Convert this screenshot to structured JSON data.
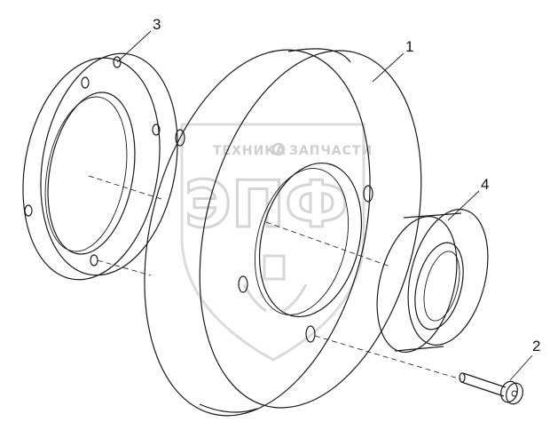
{
  "diagram": {
    "callouts": [
      {
        "id": "1",
        "label": "1"
      },
      {
        "id": "2",
        "label": "2"
      },
      {
        "id": "3",
        "label": "3"
      },
      {
        "id": "4",
        "label": "4"
      }
    ]
  },
  "watermark": {
    "line1_left": "ТЕХНИКА",
    "line1_right": "ЗАПЧАСТИ",
    "logo": "ЭПФ"
  }
}
